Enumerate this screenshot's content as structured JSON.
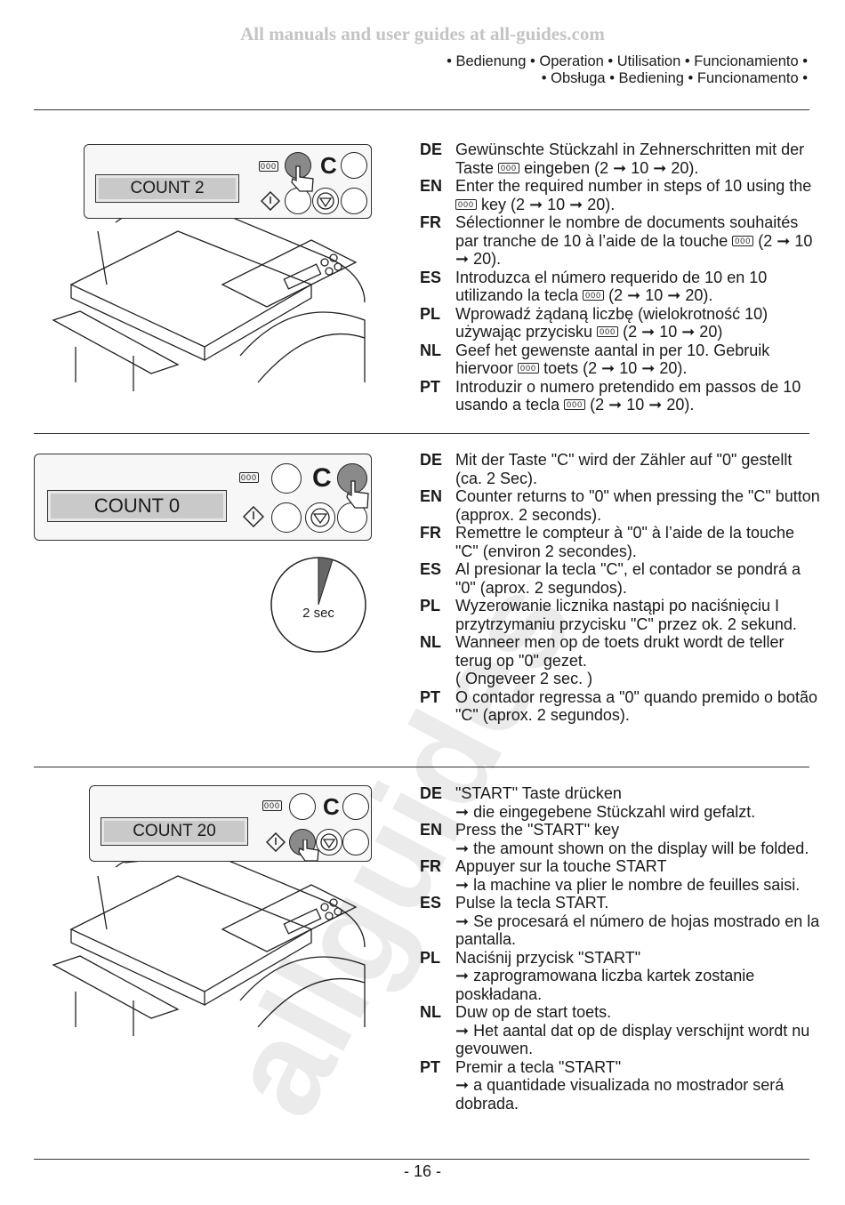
{
  "watermark": "All manuals and user guides at all-guides.com",
  "watermark_big": "allguides",
  "header": {
    "line1": "• Bedienung • Operation • Utilisation • Funcionamiento •",
    "line2": "• Obsługa • Bediening • Funcionamento •"
  },
  "key_glyph": "000",
  "sections": [
    {
      "display": "COUNT   2",
      "c_label": "C",
      "entries": [
        {
          "code": "DE",
          "pre": "Gewünschte Stückzahl in Zehnerschritten mit der Taste",
          "post": "eingeben (2 ➞ 10 ➞ 20)."
        },
        {
          "code": "EN",
          "pre": "Enter the required number in steps of 10 using the",
          "post": "key (2 ➞ 10 ➞ 20)."
        },
        {
          "code": "FR",
          "pre": "Sélectionner le nombre de documents souhaités par tranche de 10 à l’aide de la touche",
          "post": "(2 ➞ 10 ➞ 20)."
        },
        {
          "code": "ES",
          "pre": "Introduzca el número requerido de 10 en 10 utilizando la tecla",
          "post": "(2 ➞ 10 ➞ 20)."
        },
        {
          "code": "PL",
          "pre": "Wprowadź żądaną liczbę (wielokrotność 10) używając przycisku",
          "post": "(2 ➞ 10 ➞ 20)"
        },
        {
          "code": "NL",
          "pre": "Geef het gewenste aantal in per 10. Gebruik hiervoor",
          "post": "toets (2 ➞ 10 ➞ 20)."
        },
        {
          "code": "PT",
          "pre": "Introduzir o numero pretendido em passos de 10 usando a tecla",
          "post": "(2 ➞ 10 ➞ 20)."
        }
      ]
    },
    {
      "display": "COUNT   0",
      "c_label": "C",
      "clock_label": "2 sec",
      "entries": [
        {
          "code": "DE",
          "text": "Mit der Taste \"C\" wird der Zähler auf \"0\" gestellt (ca. 2 Sec)."
        },
        {
          "code": "EN",
          "text": "Counter returns to \"0\" when pressing the \"C\" button (approx. 2 seconds)."
        },
        {
          "code": "FR",
          "text": "Remettre le compteur à \"0\" à l’aide de la touche \"C\" (environ 2 secondes)."
        },
        {
          "code": "ES",
          "text": "Al presionar la tecla \"C\", el contador se pondrá a \"0\" (aprox. 2 segundos)."
        },
        {
          "code": "PL",
          "text": "Wyzerowanie licznika nastąpi po naciśnięciu I przytrzymaniu przycisku \"C\" przez ok. 2 sekund."
        },
        {
          "code": "NL",
          "text": "Wanneer men op de toets drukt wordt de teller terug op \"0\" gezet.",
          "text2": "( Ongeveer 2 sec. )"
        },
        {
          "code": "PT",
          "text": "O contador regressa a \"0\" quando premido o botão \"C\" (aprox. 2 segundos)."
        }
      ]
    },
    {
      "display": "COUNT   20",
      "c_label": "C",
      "entries": [
        {
          "code": "DE",
          "text": "\"START\" Taste drücken",
          "text2": "➞ die eingegebene Stückzahl wird gefalzt."
        },
        {
          "code": "EN",
          "text": "Press the \"START\" key",
          "text2": "➞ the amount shown on the display will be folded."
        },
        {
          "code": "FR",
          "text": "Appuyer sur la touche START",
          "text2": "➞ la machine va plier le nombre de feuilles saisi."
        },
        {
          "code": "ES",
          "text": "Pulse la tecla START.",
          "text2": "➞ Se procesará el número de hojas mostrado en la pantalla."
        },
        {
          "code": "PL",
          "text": "Naciśnij przycisk \"START\"",
          "text2": "➞ zaprogramowana liczba kartek zostanie poskładana."
        },
        {
          "code": "NL",
          "text": "Duw op de start toets.",
          "text2": "➞ Het aantal dat op de display verschijnt wordt nu gevouwen."
        },
        {
          "code": "PT",
          "text": "Premir a tecla \"START\"",
          "text2": "➞ a quantidade visualizada no mostrador será dobrada."
        }
      ]
    }
  ],
  "page_number": "- 16 -"
}
